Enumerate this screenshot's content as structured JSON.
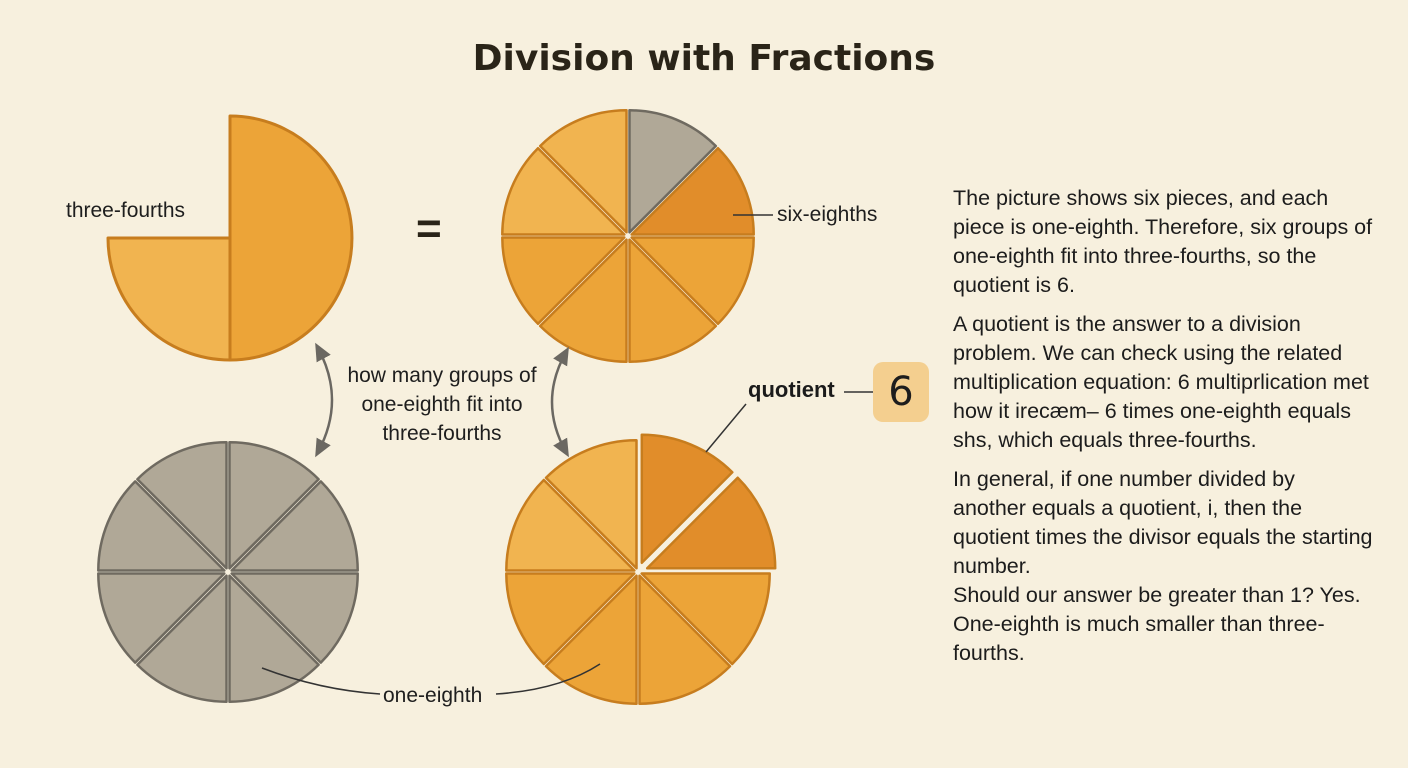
{
  "title": "Division with Fractions",
  "labels": {
    "three_fourths": "three-fourths",
    "six_eighths": "six-eighths",
    "equals": "=",
    "groups_question_line1": "how many groups of",
    "groups_question_line2": "one-eighth fit into",
    "groups_question_line3": "three-fourths",
    "quotient": "quotient",
    "quotient_value": "6",
    "one_eighth": "one-eighth"
  },
  "explanation": {
    "p1": "The picture shows six pieces, and each piece is one-eighth. Therefore, six groups of one-eighth fit into three-fourths, so the quotient is 6.",
    "p2": "A quotient is the answer to a division problem. We can check using the related multiplication equation: 6 multiprlication met how it irecæm– 6 times one-eighth equals shs, which equals three-fourths.",
    "p3": "In general, if one number divided by another equals a quotient, i, then the quotient times the divisor equals the starting number.",
    "p4": "Should our answer be greater than 1? Yes. One-eighth is much smaller than three-fourths."
  },
  "colors": {
    "background": "#f7f0de",
    "orange_light": "#f1b450",
    "orange_mid": "#eca438",
    "orange_dark": "#e18d2a",
    "outline": "#c77d1e",
    "gray_fill": "#b0a897",
    "gray_outline": "#6f6a60",
    "arrow": "#6b6862"
  }
}
